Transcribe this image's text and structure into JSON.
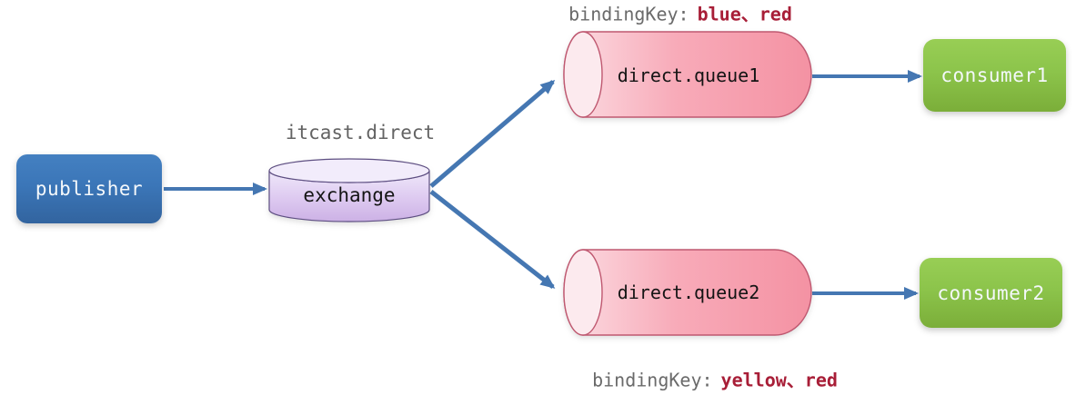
{
  "diagram": {
    "publisher": {
      "label": "publisher"
    },
    "exchange": {
      "name_label": "itcast.direct",
      "label": "exchange"
    },
    "queue1": {
      "label": "direct.queue1",
      "binding_label": "bindingKey:",
      "binding_keys": "blue、red"
    },
    "queue2": {
      "label": "direct.queue2",
      "binding_label": "bindingKey:",
      "binding_keys": "yellow、red"
    },
    "consumer1": {
      "label": "consumer1"
    },
    "consumer2": {
      "label": "consumer2"
    },
    "colors": {
      "publisher_blue": "#3b76b8",
      "consumer_green": "#8cc44b",
      "queue_pink": "#f8abb9",
      "queue_border": "#bf5870",
      "exchange_purple": "#d9c3ec",
      "exchange_border": "#5e4f82",
      "arrow_blue": "#4577b2",
      "binding_key_red": "#a81e37",
      "label_gray": "#6a6a6a"
    }
  }
}
